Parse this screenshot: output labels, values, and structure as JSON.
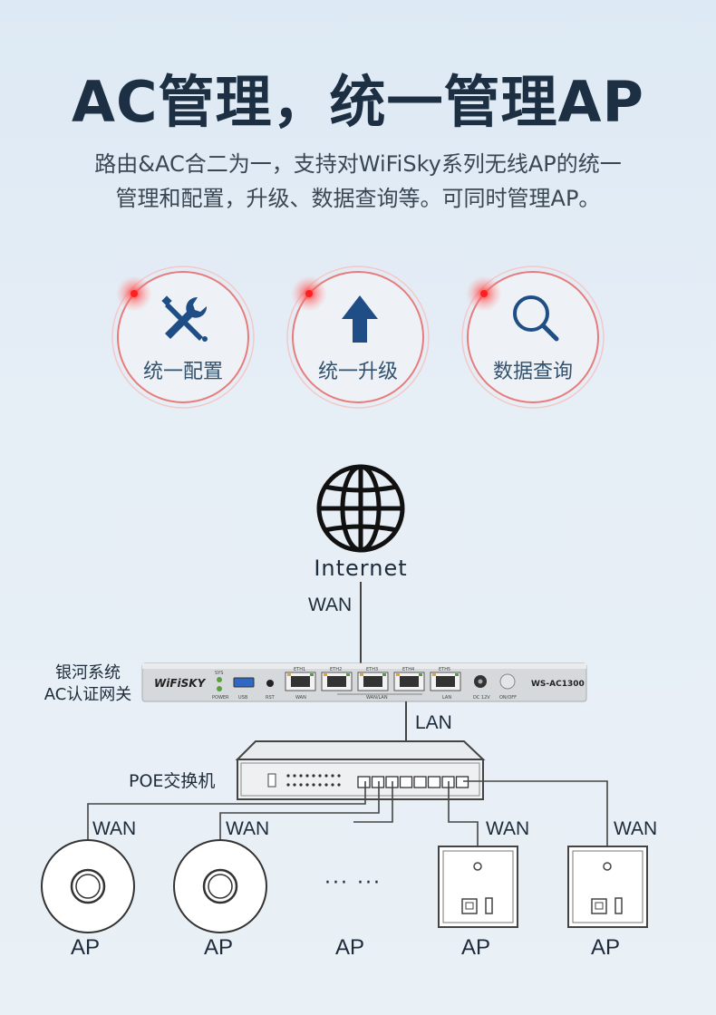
{
  "header": {
    "title": "AC管理，统一管理AP",
    "subtitle_line1": "路由&AC合二为一，支持对WiFiSky系列无线AP的统一",
    "subtitle_line2": "管理和配置，升级、数据查询等。可同时管理AP。"
  },
  "features": [
    {
      "label": "统一配置",
      "icon": "wrench-screwdriver-icon"
    },
    {
      "label": "统一升级",
      "icon": "arrow-up-icon"
    },
    {
      "label": "数据查询",
      "icon": "magnifier-icon"
    }
  ],
  "diagram": {
    "internet_label": "Internet",
    "wan_label": "WAN",
    "ac_label_line1": "银河系统",
    "ac_label_line2": "AC认证网关",
    "device_brand": "WiFiSKY",
    "device_model": "WS-AC1300",
    "port_labels": [
      "ETH1",
      "ETH2",
      "ETH3",
      "ETH4",
      "ETH5"
    ],
    "port_sublabels": {
      "sys": "SYS",
      "power": "POWER",
      "usb": "USB",
      "rst": "RST",
      "eth1": "WAN",
      "wanlan": "WAN/LAN",
      "eth5": "LAN",
      "dc": "DC 12V",
      "onoff": "ON/OFF"
    },
    "lan_label": "LAN",
    "poe_label": "POE交换机",
    "ap_wan_labels": [
      "WAN",
      "WAN",
      "WAN",
      "WAN"
    ],
    "ap_labels": [
      "AP",
      "AP",
      "AP",
      "AP",
      "AP"
    ],
    "ellipsis": "··· ···",
    "colors": {
      "accent_red": "#e8322f",
      "icon_blue": "#1f4e87",
      "line": "#444444"
    }
  }
}
